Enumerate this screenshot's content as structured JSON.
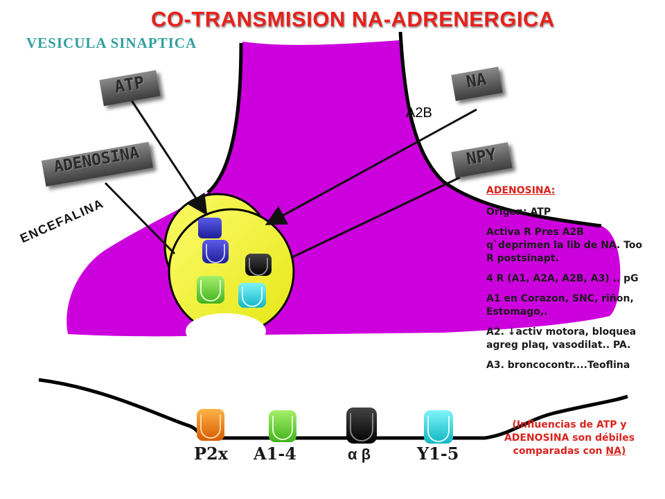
{
  "title": "CO-TRANSMISION NA-ADRENERGICA",
  "vesicle_label": "VESICULA SINAPTICA",
  "tags": {
    "atp": "ATP",
    "adenosina": "ADENOSINA",
    "na": "NA",
    "npy": "NPY"
  },
  "encefalina": "ENCEFALINA",
  "a2b": "A2B",
  "info": {
    "heading": "ADENOSINA:",
    "lines": [
      "Origen: ATP",
      "Activa R Pres A2B q`deprimen la lib de NA. Too R postsinapt.",
      "4 R (A1, A2A, A2B, A3) .. pG",
      "A1 en Corazon, SNC, riñon, Estomago,.",
      "A2. ↓activ motora, bloquea agreg plaq, vasodilat.. PA.",
      "A3. broncocontr....Teoflina"
    ]
  },
  "note": {
    "text": "(Influencias de ATP y ADENOSINA son débiles comparadas con",
    "link": "NA)"
  },
  "receptors": [
    {
      "label": "P2x",
      "color": "#f07d12"
    },
    {
      "label": "A1-4",
      "color": "#7ee24a"
    },
    {
      "label": "α β",
      "color": "#111111"
    },
    {
      "label": "Y1-5",
      "color": "#22dde8"
    }
  ],
  "colors": {
    "terminal": "#cc00dd",
    "vesicle": "#f3f52a",
    "title": "#e8201b",
    "vesicle_label": "#2f9e9e",
    "info_heading": "#d9231e"
  }
}
